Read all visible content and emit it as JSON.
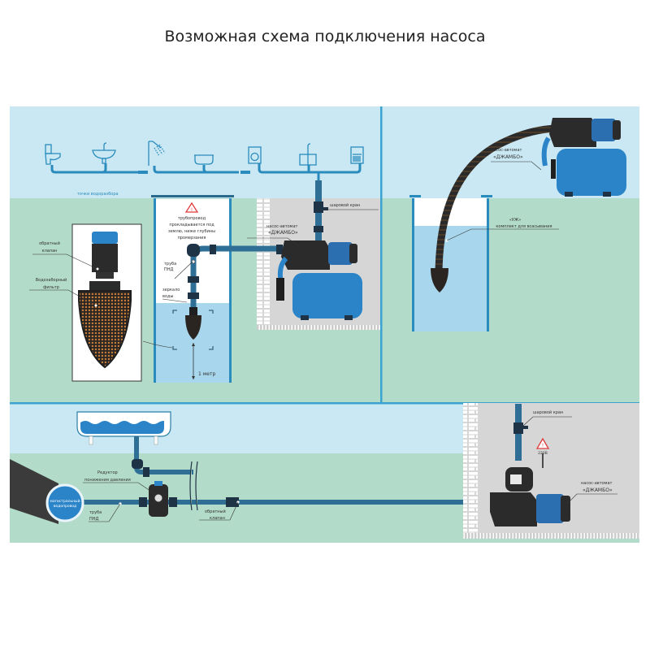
{
  "title": "Возможная схема подключения насоса",
  "colors": {
    "sky": "#c9e8f3",
    "ground": "#b3dbc9",
    "wall": "#d6d6d6",
    "pipe": "#2f6f95",
    "fixture": "#2a8bbd",
    "tank": "#2b84c8",
    "water": "#a8d6ec",
    "panel_border": "#3aa3cf",
    "warning": "#e03a3a"
  },
  "panel_top_left": {
    "water_points_label": "точки водоразбора",
    "fixtures": [
      "toilet-icon",
      "sink-icon",
      "shower-icon",
      "bathtub-icon",
      "washing-machine-icon",
      "kitchen-sink-icon",
      "dishwasher-icon"
    ],
    "ball_valve_label": "шаровой кран",
    "pump_label_line1": "насос-автомат",
    "pump_label_line2": "«ДЖАМБО»",
    "warning_line1": "трубопровод",
    "warning_line2": "прокладывается под",
    "warning_line3": "землю, ниже глубины",
    "warning_line4": "промерзания",
    "pipe_label_line1": "труба",
    "pipe_label_line2": "ПНД",
    "water_level_line1": "зеркало",
    "water_level_line2": "воды",
    "depth_label": "1 метр",
    "check_valve_line1": "обратный",
    "check_valve_line2": "клапан",
    "filter_line1": "Водозаборный",
    "filter_line2": "фильтр"
  },
  "panel_top_right": {
    "pump_label_line1": "насос-автомат",
    "pump_label_line2": "«ДЖАМБО»",
    "kit_line1": "«УЖ»",
    "kit_line2": "комплект для всасывания"
  },
  "panel_bottom": {
    "main_line1": "магистральный",
    "main_line2": "водопровод",
    "reducer_line1": "Редуктор",
    "reducer_line2": "понижения давления",
    "pipe_label_line1": "труба",
    "pipe_label_line2": "ПНД",
    "check_valve_line1": "обратный",
    "check_valve_line2": "клапан",
    "ball_valve_label": "шаровой кран",
    "voltage_label": "220В",
    "pump_label_line1": "насос-автомат",
    "pump_label_line2": "«ДЖАМБО»"
  }
}
